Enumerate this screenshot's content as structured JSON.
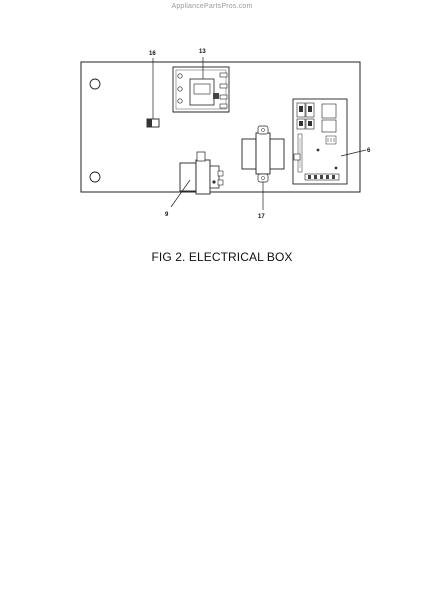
{
  "watermark": "AppliancePartsPros.com",
  "caption": "FIG 2. ELECTRICAL BOX",
  "callouts": [
    {
      "id": "16",
      "label": "16"
    },
    {
      "id": "13",
      "label": "13"
    },
    {
      "id": "6",
      "label": "6"
    },
    {
      "id": "9",
      "label": "9"
    },
    {
      "id": "17",
      "label": "17"
    }
  ]
}
